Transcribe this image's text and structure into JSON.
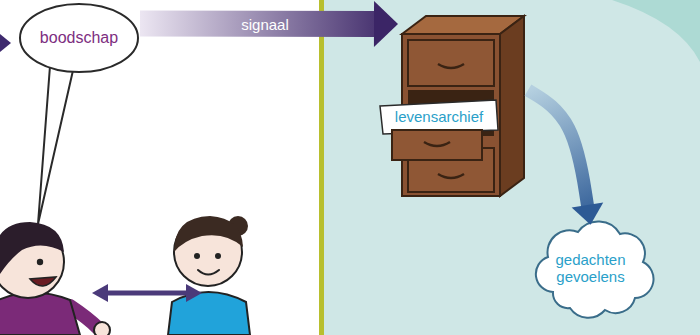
{
  "diagram": {
    "nodes": [
      {
        "text": [
          "boodschap"
        ]
      },
      {
        "text": [
          "levensarchief"
        ]
      },
      {
        "text": [
          "gedachten gevoelens"
        ]
      }
    ],
    "edges": [
      {
        "from": 0,
        "to": 1,
        "label": "signaal",
        "arrow": "to"
      },
      {
        "from": 1,
        "to": 2,
        "arrow": "to"
      }
    ]
  }
}
